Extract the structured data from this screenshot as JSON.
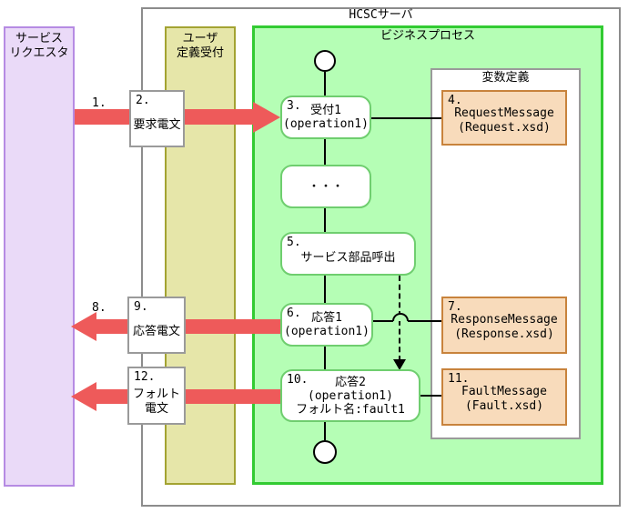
{
  "colors": {
    "arrow": "#EE5A5A",
    "requester-fill": "#EADAF8",
    "requester-border": "#B68BE3",
    "reception-fill": "#E6E6A9",
    "reception-border": "#A3A332",
    "process-fill": "#B5FEB5",
    "process-border": "#32CB32",
    "node-border": "#6FCE6F",
    "variable-fill": "#F8DBBB",
    "variable-border": "#C8833C",
    "frame-border": "#8C8C8C"
  },
  "lanes": {
    "hcsc_server": "HCSCサーバ",
    "service_requester": "サービス\nリクエスタ",
    "user_reception": "ユーザ\n定義受付",
    "business_process": "ビジネスプロセス",
    "variable_definition": "変数定義"
  },
  "nodes": {
    "reception1": {
      "num": "3.",
      "name": "受付1",
      "operation": "(operation1)"
    },
    "ellipsis": {
      "label": "・・・"
    },
    "service_call": {
      "num": "5.",
      "name": "サービス部品呼出"
    },
    "reply1": {
      "num": "6.",
      "name": "応答1",
      "operation": "(operation1)"
    },
    "reply2": {
      "num": "10.",
      "name": "応答2",
      "operation": "(operation1)",
      "fault": "フォルト名:fault1"
    }
  },
  "variables": [
    {
      "num": "4.",
      "name": "RequestMessage",
      "schema": "(Request.xsd)"
    },
    {
      "num": "7.",
      "name": "ResponseMessage",
      "schema": "(Response.xsd)"
    },
    {
      "num": "11.",
      "name": "FaultMessage",
      "schema": "(Fault.xsd)"
    }
  ],
  "messages": {
    "request": {
      "step": "1.",
      "num": "2.",
      "label": "要求電文"
    },
    "response": {
      "step": "8.",
      "num": "9.",
      "label": "応答電文"
    },
    "fault": {
      "num": "12.",
      "label": "フォルト\n電文"
    }
  }
}
